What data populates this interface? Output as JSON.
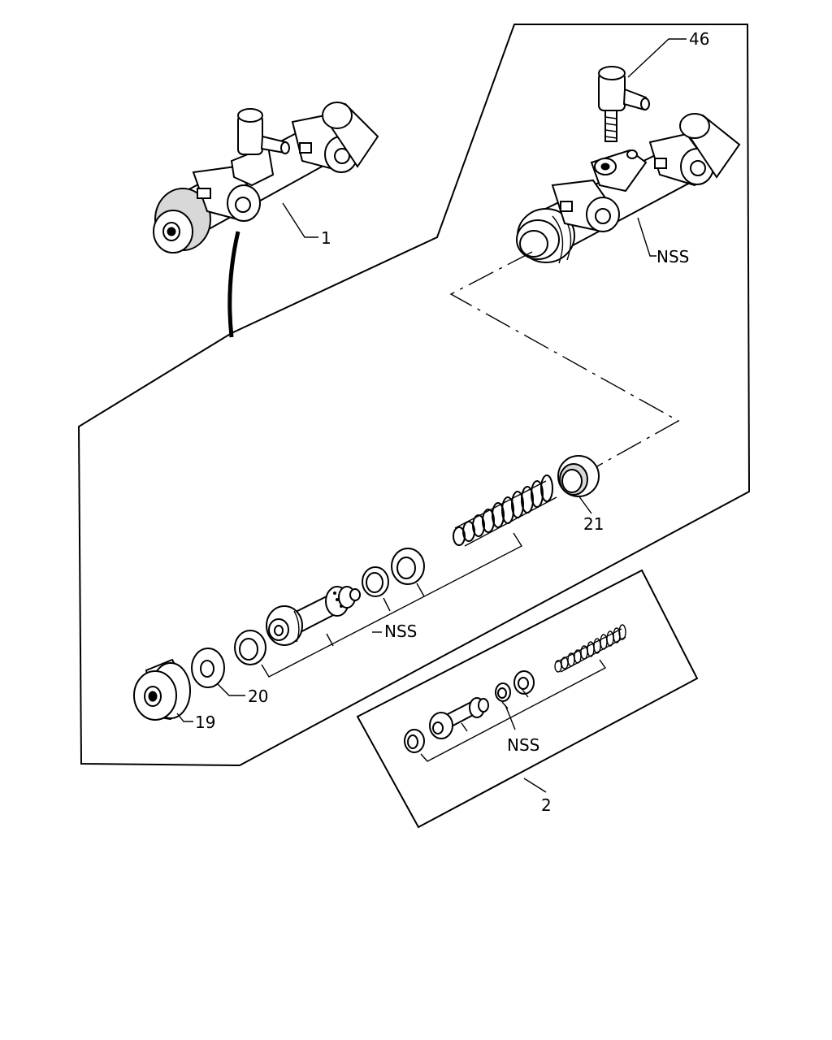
{
  "callouts": {
    "part_1": "1",
    "part_46": "46",
    "nss_upper": "NSS",
    "part_21": "21",
    "nss_middle": "NSS",
    "part_20": "20",
    "part_19": "19",
    "nss_kit": "NSS",
    "part_2": "2"
  }
}
